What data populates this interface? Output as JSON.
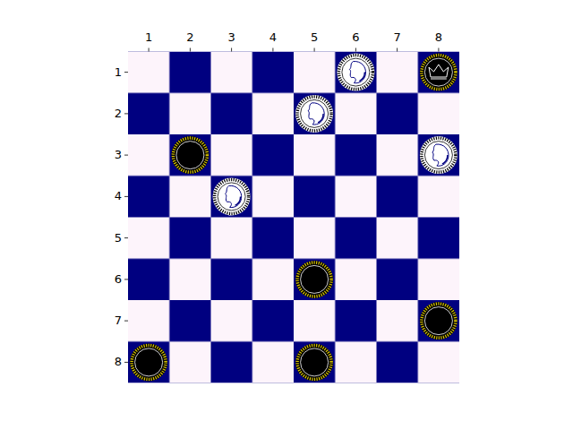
{
  "diagram": {
    "labels": [
      "1",
      "2",
      "3",
      "4",
      "5",
      "6",
      "7",
      "8",
      "1",
      "2",
      "3",
      "4",
      "5",
      "6",
      "7",
      "8"
    ]
  }
}
